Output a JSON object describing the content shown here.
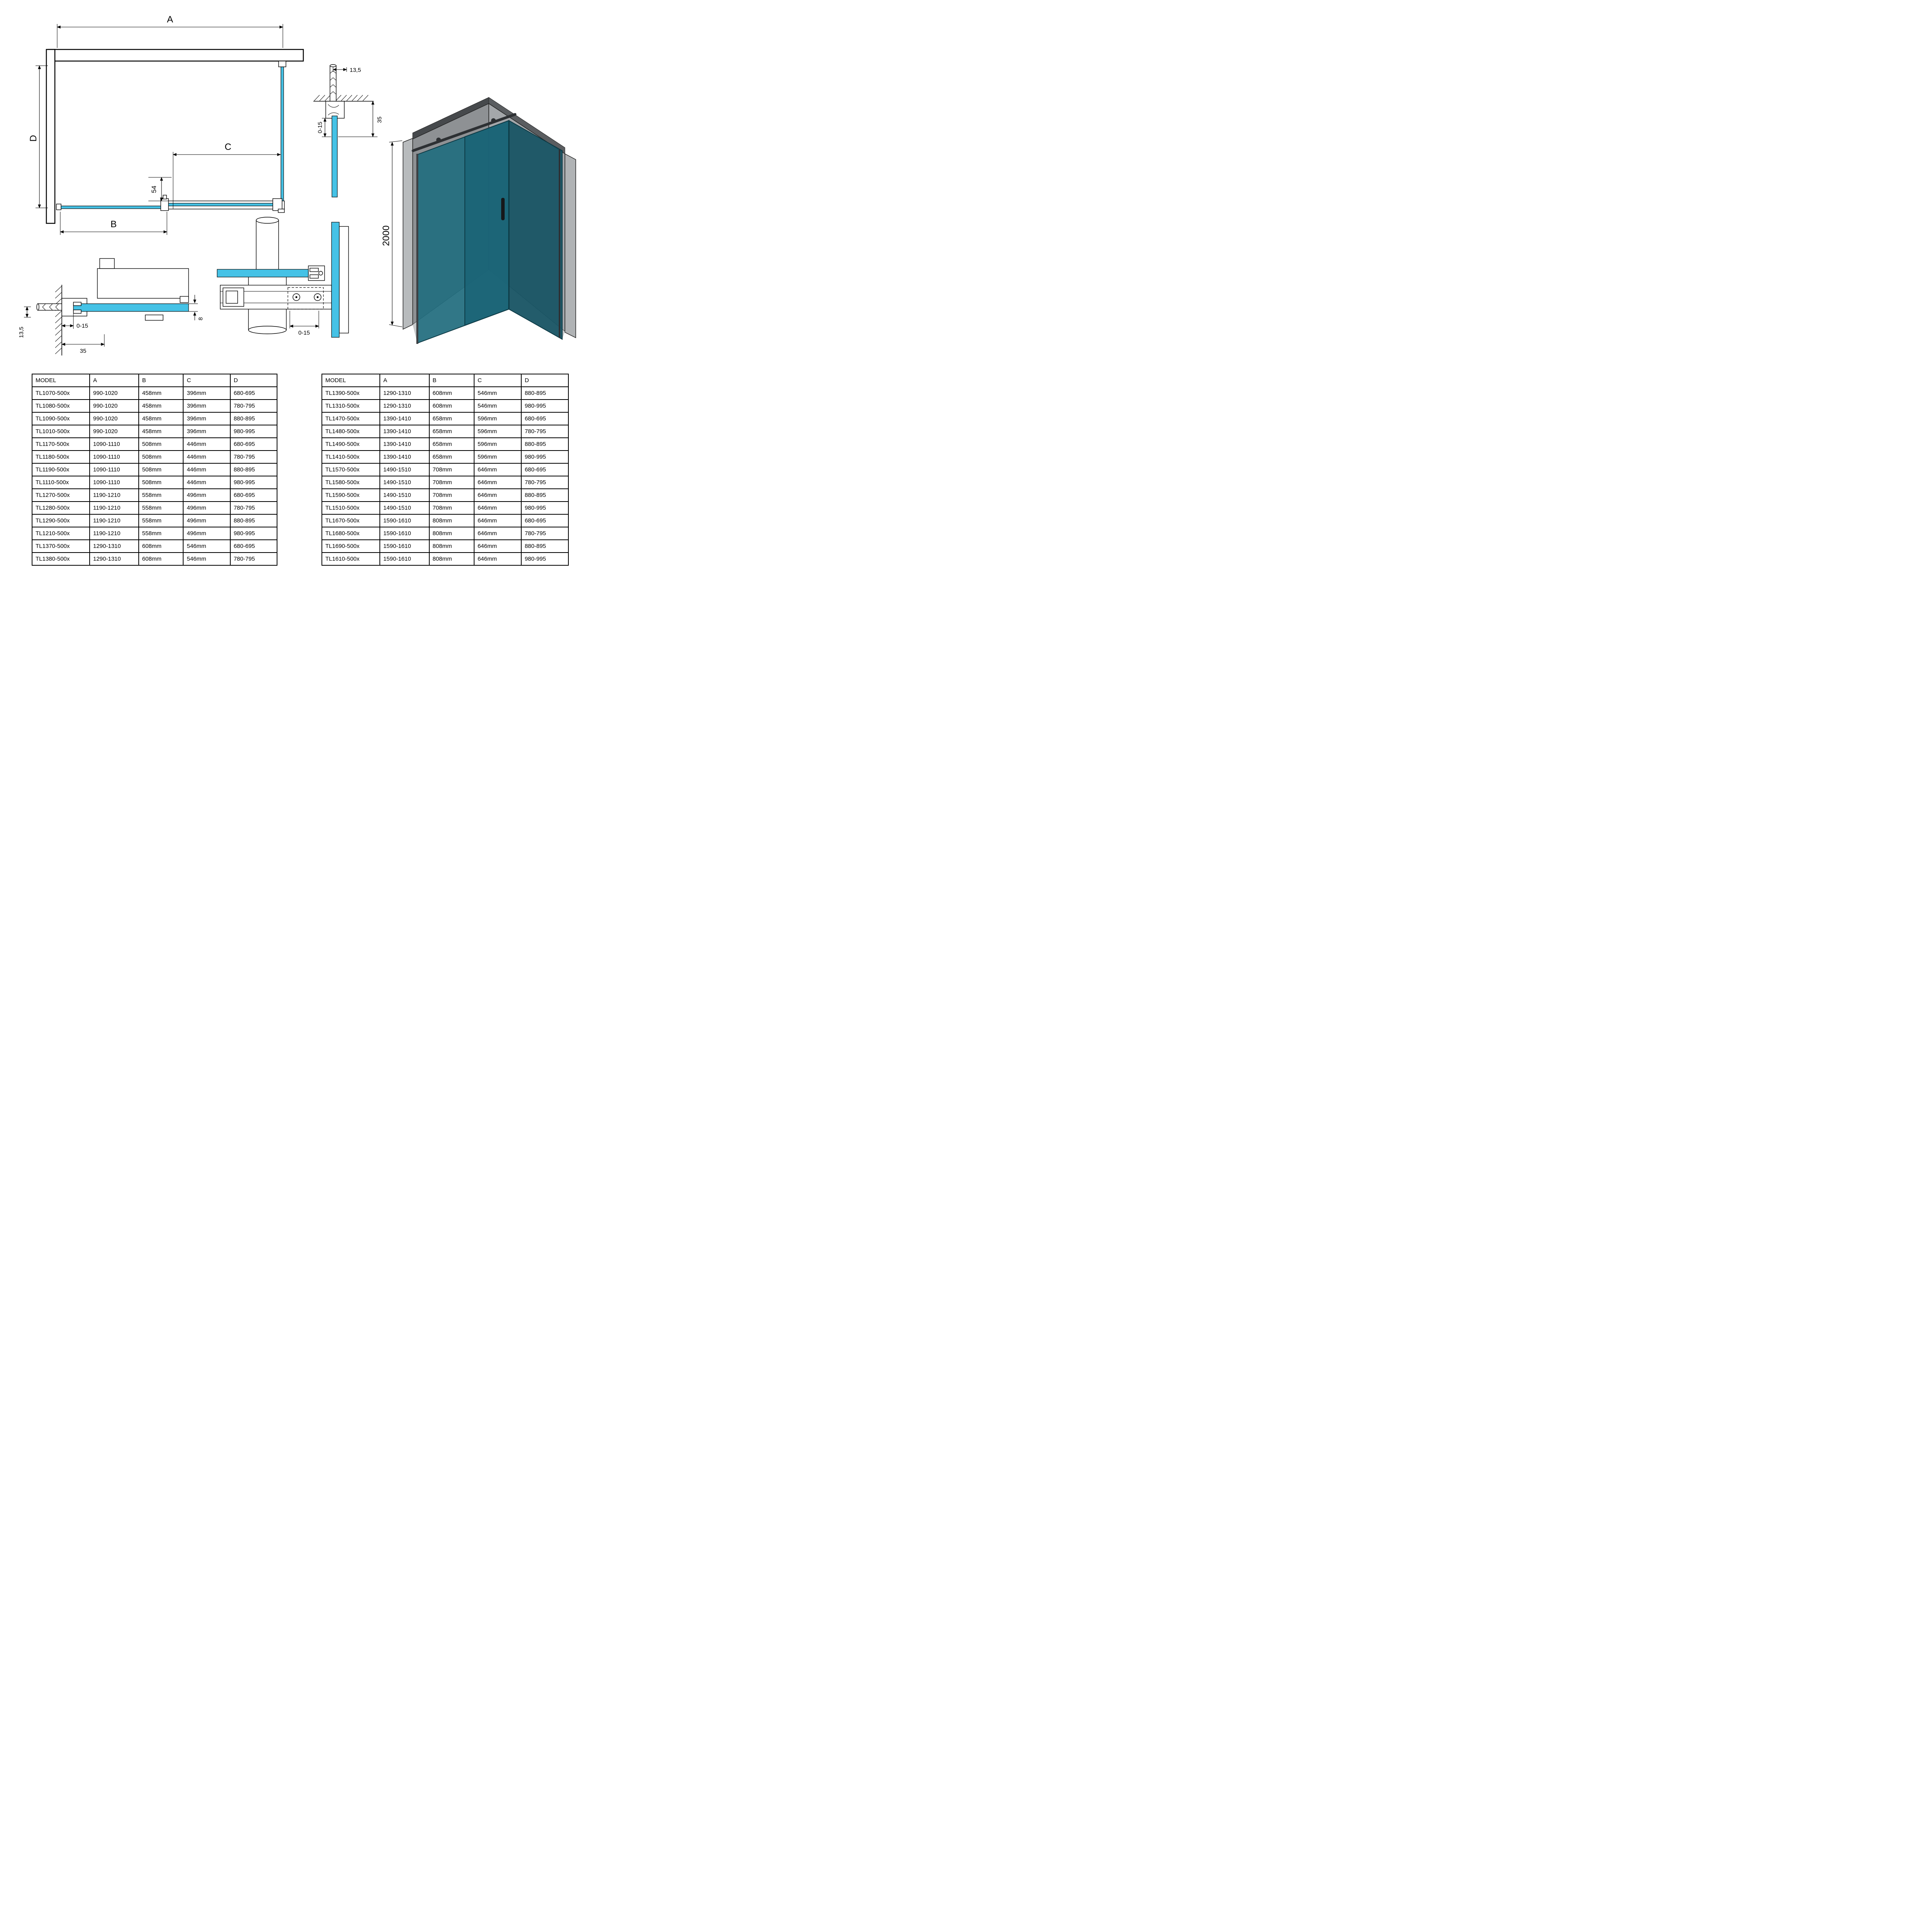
{
  "colors": {
    "glass_blue": "#45c2e6",
    "glass_teal": "#1d6b7d",
    "wall_gray": "#8e9194",
    "line": "#000000"
  },
  "diagram": {
    "plan_view": {
      "dim_a": "A",
      "dim_b": "B",
      "dim_c": "C",
      "dim_d": "D",
      "dim_54": "54"
    },
    "wall_anchor_detail": {
      "dim_13_5": "13,5",
      "dim_0_15": "0-15",
      "dim_35": "35"
    },
    "wall_profile_detail": {
      "dim_13_5": "13,5",
      "dim_0_15": "0-15",
      "dim_35": "35",
      "dim_8": "8"
    },
    "roller_detail": {
      "dim_0_15": "0-15"
    },
    "iso_view": {
      "dim_height": "2000"
    }
  },
  "tables": {
    "headers": [
      "MODEL",
      "A",
      "B",
      "C",
      "D"
    ],
    "left_rows": [
      [
        "TL1070-500x",
        "990-1020",
        "458mm",
        "396mm",
        "680-695"
      ],
      [
        "TL1080-500x",
        "990-1020",
        "458mm",
        "396mm",
        "780-795"
      ],
      [
        "TL1090-500x",
        "990-1020",
        "458mm",
        "396mm",
        "880-895"
      ],
      [
        "TL1010-500x",
        "990-1020",
        "458mm",
        "396mm",
        "980-995"
      ],
      [
        "TL1170-500x",
        "1090-1110",
        "508mm",
        "446mm",
        "680-695"
      ],
      [
        "TL1180-500x",
        "1090-1110",
        "508mm",
        "446mm",
        "780-795"
      ],
      [
        "TL1190-500x",
        "1090-1110",
        "508mm",
        "446mm",
        "880-895"
      ],
      [
        "TL1110-500x",
        "1090-1110",
        "508mm",
        "446mm",
        "980-995"
      ],
      [
        "TL1270-500x",
        "1190-1210",
        "558mm",
        "496mm",
        "680-695"
      ],
      [
        "TL1280-500x",
        "1190-1210",
        "558mm",
        "496mm",
        "780-795"
      ],
      [
        "TL1290-500x",
        "1190-1210",
        "558mm",
        "496mm",
        "880-895"
      ],
      [
        "TL1210-500x",
        "1190-1210",
        "558mm",
        "496mm",
        "980-995"
      ],
      [
        "TL1370-500x",
        "1290-1310",
        "608mm",
        "546mm",
        "680-695"
      ],
      [
        "TL1380-500x",
        "1290-1310",
        "608mm",
        "546mm",
        "780-795"
      ]
    ],
    "right_rows": [
      [
        "TL1390-500x",
        "1290-1310",
        "608mm",
        "546mm",
        "880-895"
      ],
      [
        "TL1310-500x",
        "1290-1310",
        "608mm",
        "546mm",
        "980-995"
      ],
      [
        "TL1470-500x",
        "1390-1410",
        "658mm",
        "596mm",
        "680-695"
      ],
      [
        "TL1480-500x",
        "1390-1410",
        "658mm",
        "596mm",
        "780-795"
      ],
      [
        "TL1490-500x",
        "1390-1410",
        "658mm",
        "596mm",
        "880-895"
      ],
      [
        "TL1410-500x",
        "1390-1410",
        "658mm",
        "596mm",
        "980-995"
      ],
      [
        "TL1570-500x",
        "1490-1510",
        "708mm",
        "646mm",
        "680-695"
      ],
      [
        "TL1580-500x",
        "1490-1510",
        "708mm",
        "646mm",
        "780-795"
      ],
      [
        "TL1590-500x",
        "1490-1510",
        "708mm",
        "646mm",
        "880-895"
      ],
      [
        "TL1510-500x",
        "1490-1510",
        "708mm",
        "646mm",
        "980-995"
      ],
      [
        "TL1670-500x",
        "1590-1610",
        "808mm",
        "646mm",
        "680-695"
      ],
      [
        "TL1680-500x",
        "1590-1610",
        "808mm",
        "646mm",
        "780-795"
      ],
      [
        "TL1690-500x",
        "1590-1610",
        "808mm",
        "646mm",
        "880-895"
      ],
      [
        "TL1610-500x",
        "1590-1610",
        "808mm",
        "646mm",
        "980-995"
      ]
    ]
  }
}
